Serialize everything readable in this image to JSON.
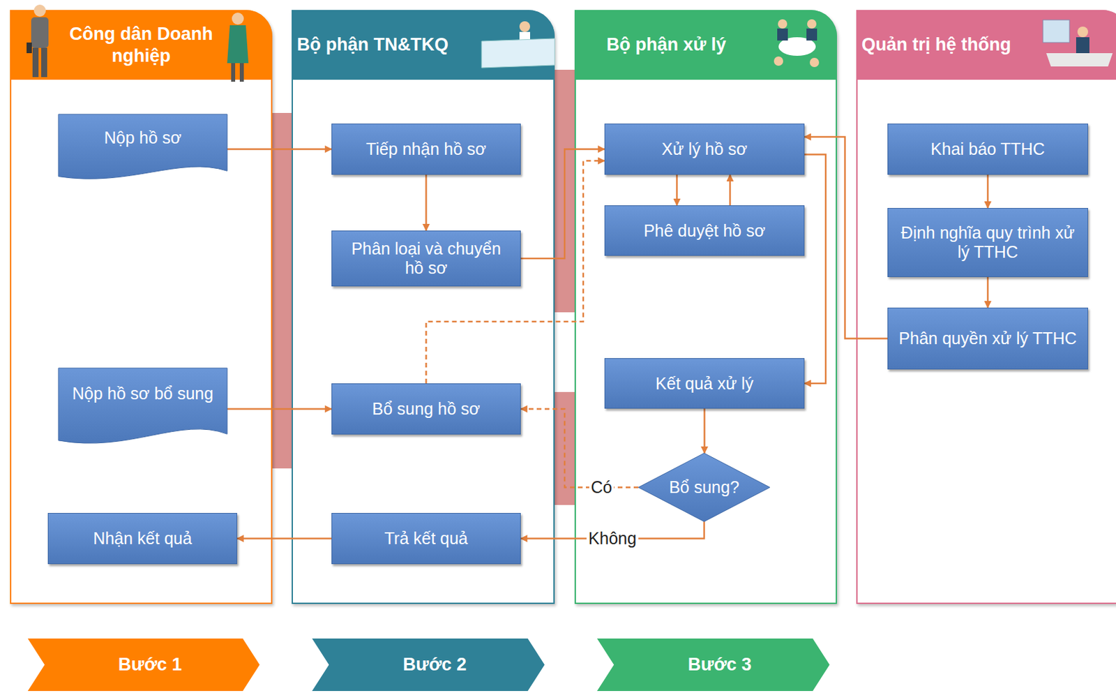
{
  "diagram": {
    "nodes": [
      {
        "text": [
          "Công dân Doanh nghiệp"
        ]
      },
      {
        "text": [
          "Nộp hồ sơ"
        ],
        "in": 0
      },
      {
        "text": [
          "Nộp hồ sơ bổ sung"
        ],
        "in": 0
      },
      {
        "text": [
          "Nhận kết quả"
        ],
        "in": 0
      },
      {
        "text": [
          "Bộ phận TN&TKQ"
        ]
      },
      {
        "text": [
          "Tiếp nhận hồ sơ"
        ],
        "in": 4
      },
      {
        "text": [
          "Phân loại và chuyển hồ sơ"
        ],
        "in": 4
      },
      {
        "text": [
          "Bổ sung hồ sơ"
        ],
        "in": 4
      },
      {
        "text": [
          "Trả kết quả"
        ],
        "in": 4
      },
      {
        "text": [
          "Bộ phận xử lý"
        ]
      },
      {
        "text": [
          "Xử lý hồ sơ"
        ],
        "in": 9
      },
      {
        "text": [
          "Phê duyệt hồ sơ"
        ],
        "in": 9
      },
      {
        "text": [
          "Kết quả xử lý"
        ],
        "in": 9
      },
      {
        "text": [
          "Bổ sung?"
        ],
        "in": 9
      },
      {
        "text": [
          "Quản trị hệ thống"
        ]
      },
      {
        "text": [
          "Khai báo TTHC"
        ],
        "in": 14
      },
      {
        "text": [
          "Định nghĩa quy trình xử lý TTHC"
        ],
        "in": 14
      },
      {
        "text": [
          "Phân quyền xử lý TTHC"
        ],
        "in": 14
      },
      {
        "text": [
          "Bước 1"
        ]
      },
      {
        "text": [
          "Bước 2"
        ]
      },
      {
        "text": [
          "Bước 3"
        ]
      }
    ],
    "edges": [
      {
        "from": 1,
        "to": 5,
        "arrow": "to"
      },
      {
        "from": 5,
        "to": 6,
        "arrow": "to"
      },
      {
        "from": 6,
        "to": 10,
        "arrow": "to"
      },
      {
        "from": 10,
        "to": 11,
        "arrow": "to"
      },
      {
        "from": 11,
        "to": 10,
        "arrow": "to"
      },
      {
        "from": 10,
        "to": 12,
        "arrow": "to"
      },
      {
        "from": 17,
        "to": 10,
        "arrow": "to"
      },
      {
        "from": 12,
        "to": 13,
        "arrow": "to"
      },
      {
        "from": 13,
        "to": 7,
        "label": "Có",
        "arrow": "to"
      },
      {
        "from": 13,
        "to": 8,
        "label": "Không",
        "arrow": "to"
      },
      {
        "from": 2,
        "to": 7,
        "arrow": "to"
      },
      {
        "from": 7,
        "to": 10,
        "arrow": "to"
      },
      {
        "from": 8,
        "to": 3,
        "arrow": "to"
      },
      {
        "from": 15,
        "to": 16,
        "arrow": "to"
      },
      {
        "from": 16,
        "to": 17,
        "arrow": "to"
      }
    ]
  }
}
